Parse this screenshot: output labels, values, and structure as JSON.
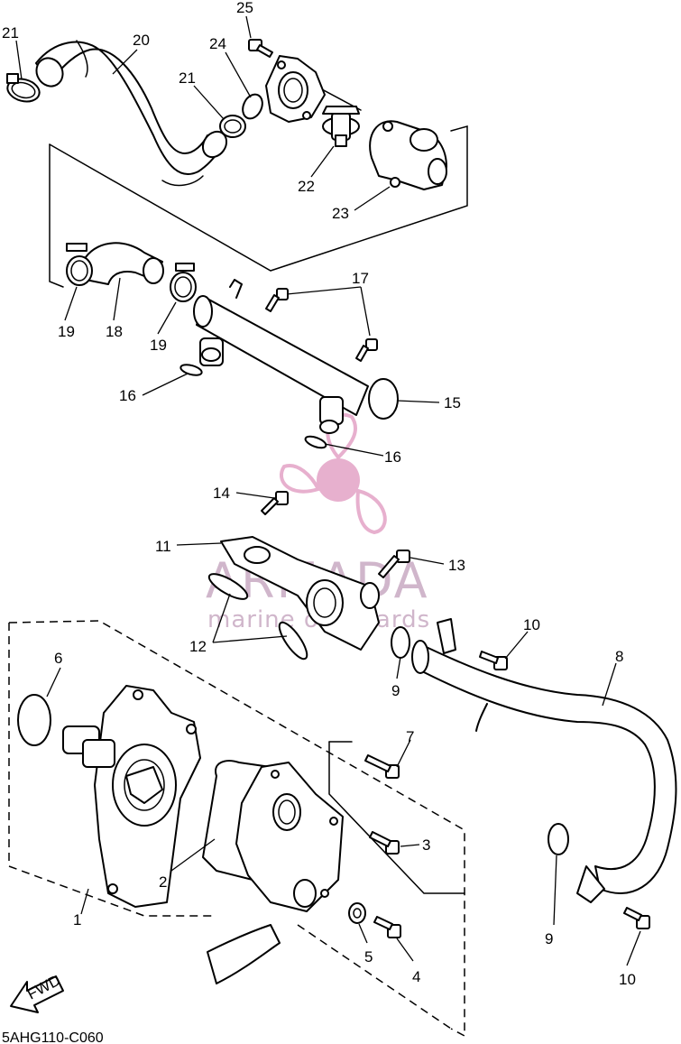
{
  "diagram_code": "5AHG110-C060",
  "direction_label": "FWD",
  "watermark": {
    "brand": "ARMADA",
    "tagline": "marine outboards",
    "color": "#e3a3c6"
  },
  "callouts": [
    {
      "id": "c21a",
      "label": "21"
    },
    {
      "id": "c20",
      "label": "20"
    },
    {
      "id": "c25",
      "label": "25"
    },
    {
      "id": "c24",
      "label": "24"
    },
    {
      "id": "c21b",
      "label": "21"
    },
    {
      "id": "c22",
      "label": "22"
    },
    {
      "id": "c23",
      "label": "23"
    },
    {
      "id": "c19a",
      "label": "19"
    },
    {
      "id": "c18",
      "label": "18"
    },
    {
      "id": "c19b",
      "label": "19"
    },
    {
      "id": "c17",
      "label": "17"
    },
    {
      "id": "c16a",
      "label": "16"
    },
    {
      "id": "c15",
      "label": "15"
    },
    {
      "id": "c16b",
      "label": "16"
    },
    {
      "id": "c14",
      "label": "14"
    },
    {
      "id": "c11",
      "label": "11"
    },
    {
      "id": "c13",
      "label": "13"
    },
    {
      "id": "c12",
      "label": "12"
    },
    {
      "id": "c10a",
      "label": "10"
    },
    {
      "id": "c9a",
      "label": "9"
    },
    {
      "id": "c8",
      "label": "8"
    },
    {
      "id": "c6",
      "label": "6"
    },
    {
      "id": "c7",
      "label": "7"
    },
    {
      "id": "c3",
      "label": "3"
    },
    {
      "id": "c2",
      "label": "2"
    },
    {
      "id": "c1",
      "label": "1"
    },
    {
      "id": "c5",
      "label": "5"
    },
    {
      "id": "c4",
      "label": "4"
    },
    {
      "id": "c9b",
      "label": "9"
    },
    {
      "id": "c10b",
      "label": "10"
    }
  ]
}
